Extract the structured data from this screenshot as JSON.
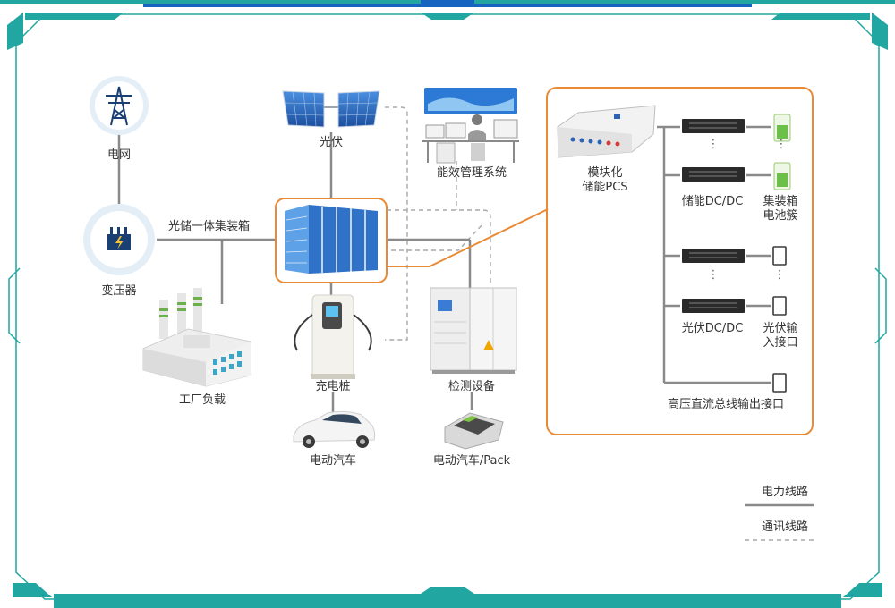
{
  "nodes": {
    "grid": "电网",
    "transformer": "变压器",
    "factory_load": "工厂负载",
    "pv": "光伏",
    "ems": "能效管理系统",
    "storage_container": "光储一体集装箱",
    "charging_pile": "充电桩",
    "ev": "电动汽车",
    "test_equipment": "检测设备",
    "ev_pack": "电动汽车/Pack"
  },
  "detail": {
    "pcs_line1": "模块化",
    "pcs_line2": "储能PCS",
    "storage_dcdc": "储能DC/DC",
    "battery_line1": "集装箱",
    "battery_line2": "电池簇",
    "pv_dcdc": "光伏DC/DC",
    "pv_input_line1": "光伏输",
    "pv_input_line2": "入接口",
    "hv_bus": "高压直流总线输出接口",
    "ellipsis": "⋮"
  },
  "legend": {
    "power_line": "电力线路",
    "comm_line": "通讯线路"
  },
  "colors": {
    "frame_teal": "#21a6a2",
    "frame_blue": "#1565c0",
    "highlight_orange": "#e98a34",
    "power_line": "#8a8a8a",
    "comm_line": "#a8a8a8",
    "icon_circle": "#e4eef7",
    "icon_dark": "#1a3f73",
    "container_blue": "#2f72c7"
  }
}
